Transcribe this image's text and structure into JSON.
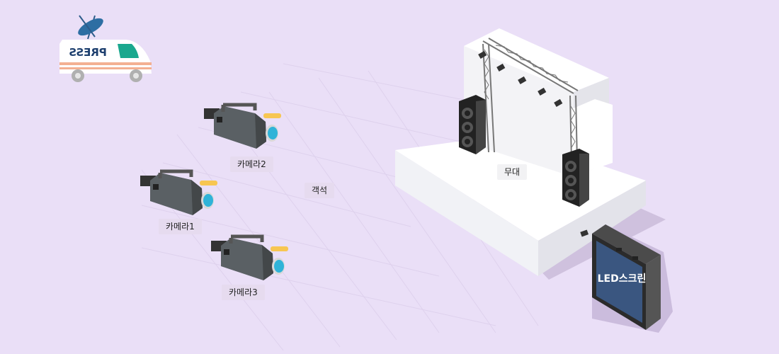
{
  "van": {
    "text": "PRESS"
  },
  "labels": {
    "camera2": "카메라2",
    "camera1": "카메라1",
    "camera3": "카메라3",
    "seating": "객석",
    "stage": "무대",
    "led_screen": "LED스크린"
  },
  "colors": {
    "background": "#eadff7",
    "camera_body": "#4d5457",
    "camera_lens": "#2fb3d8",
    "mic": "#f7c652",
    "stage": "#ffffff",
    "led_screen": "#3a5680",
    "speaker": "#333333"
  }
}
